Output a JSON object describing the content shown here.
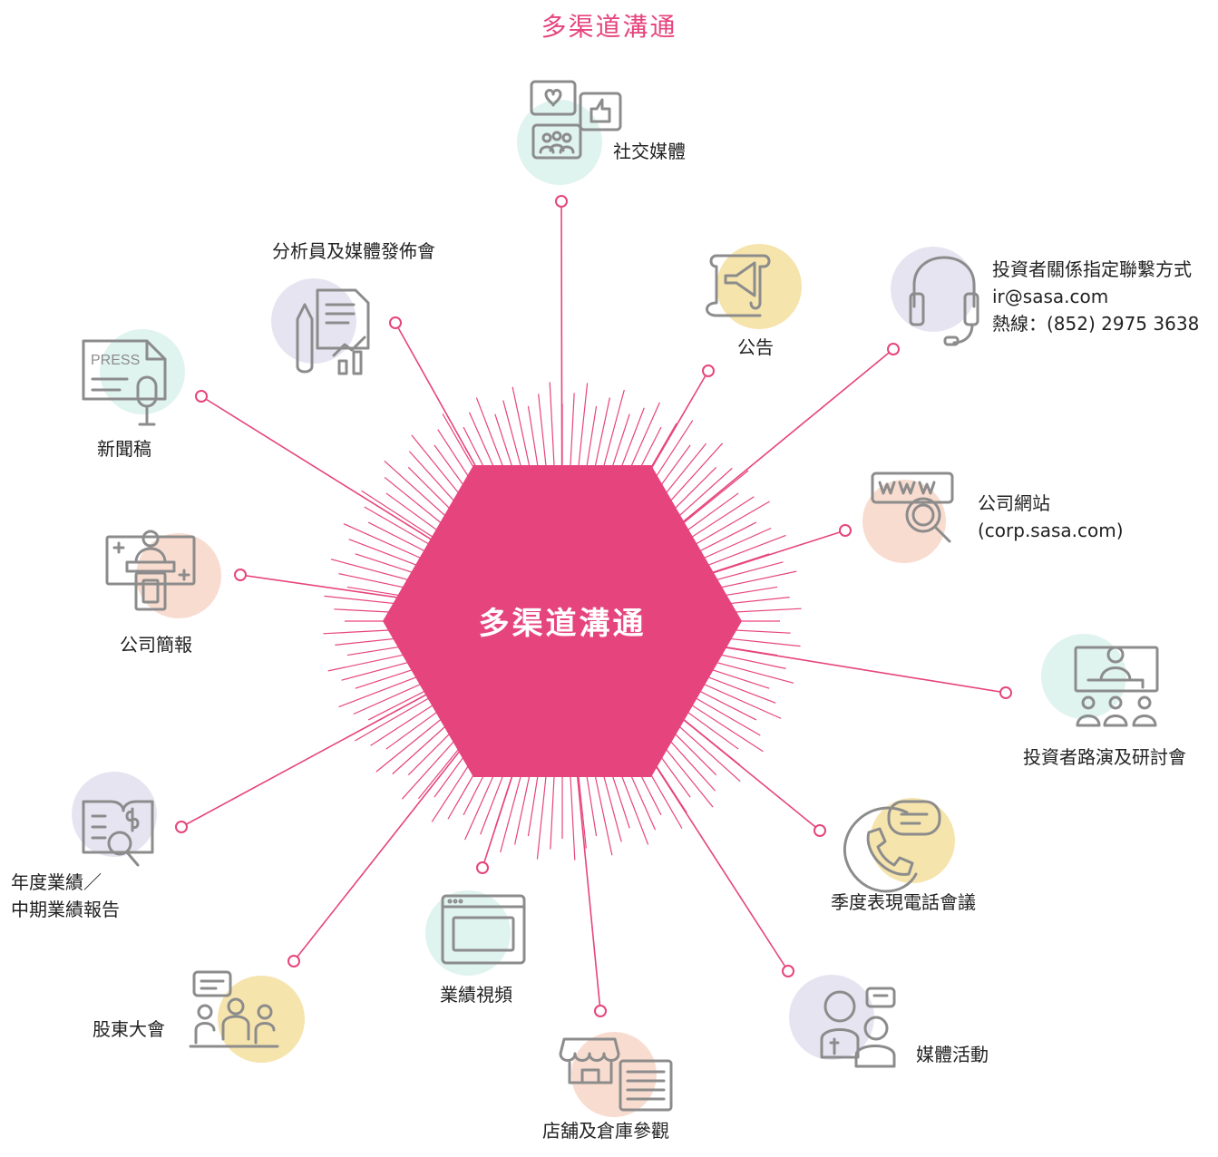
{
  "page_title": "多渠道溝通",
  "hub": {
    "label": "多渠道溝通",
    "color": "#e6447d"
  },
  "colors": {
    "accent": "#e6447d",
    "icon_stroke": "#8c8c8c",
    "mint": "#dff3ef",
    "yellow": "#f6e4ad",
    "lavender": "#e7e4f1",
    "peach": "#f8dccf"
  },
  "channels": [
    {
      "id": "social-media",
      "label": "社交媒體",
      "icon": "social-media-icon",
      "circle": "mint"
    },
    {
      "id": "announcement",
      "label": "公告",
      "icon": "megaphone-icon",
      "circle": "yellow"
    },
    {
      "id": "ir-contact",
      "label": "投資者關係指定聯繫方式",
      "email": "ir@sasa.com",
      "hotline": "熱線：(852) 2975 3638",
      "icon": "headset-icon",
      "circle": "lavender"
    },
    {
      "id": "website",
      "label": "公司網站",
      "sub": "(corp.sasa.com)",
      "icon": "www-search-icon",
      "circle": "peach"
    },
    {
      "id": "roadshow",
      "label": "投資者路演及研討會",
      "icon": "seminar-icon",
      "circle": "mint"
    },
    {
      "id": "conference-call",
      "label": "季度表現電話會議",
      "icon": "phone-chat-icon",
      "circle": "yellow"
    },
    {
      "id": "media-events",
      "label": "媒體活動",
      "icon": "interview-icon",
      "circle": "lavender"
    },
    {
      "id": "store-visit",
      "label": "店舖及倉庫參觀",
      "icon": "store-icon",
      "circle": "peach"
    },
    {
      "id": "results-video",
      "label": "業績視頻",
      "icon": "browser-window-icon",
      "circle": "mint"
    },
    {
      "id": "agm",
      "label": "股東大會",
      "icon": "meeting-icon",
      "circle": "yellow"
    },
    {
      "id": "annual-report",
      "label": "年度業績／",
      "label2": "中期業績報告",
      "icon": "report-search-icon",
      "circle": "lavender"
    },
    {
      "id": "presentation",
      "label": "公司簡報",
      "icon": "presenter-icon",
      "circle": "peach"
    },
    {
      "id": "press-release",
      "label": "新聞稿",
      "icon": "press-icon",
      "circle": "mint"
    },
    {
      "id": "analyst-briefing",
      "label": "分析員及媒體發佈會",
      "icon": "report-chart-icon",
      "circle": "lavender"
    }
  ]
}
